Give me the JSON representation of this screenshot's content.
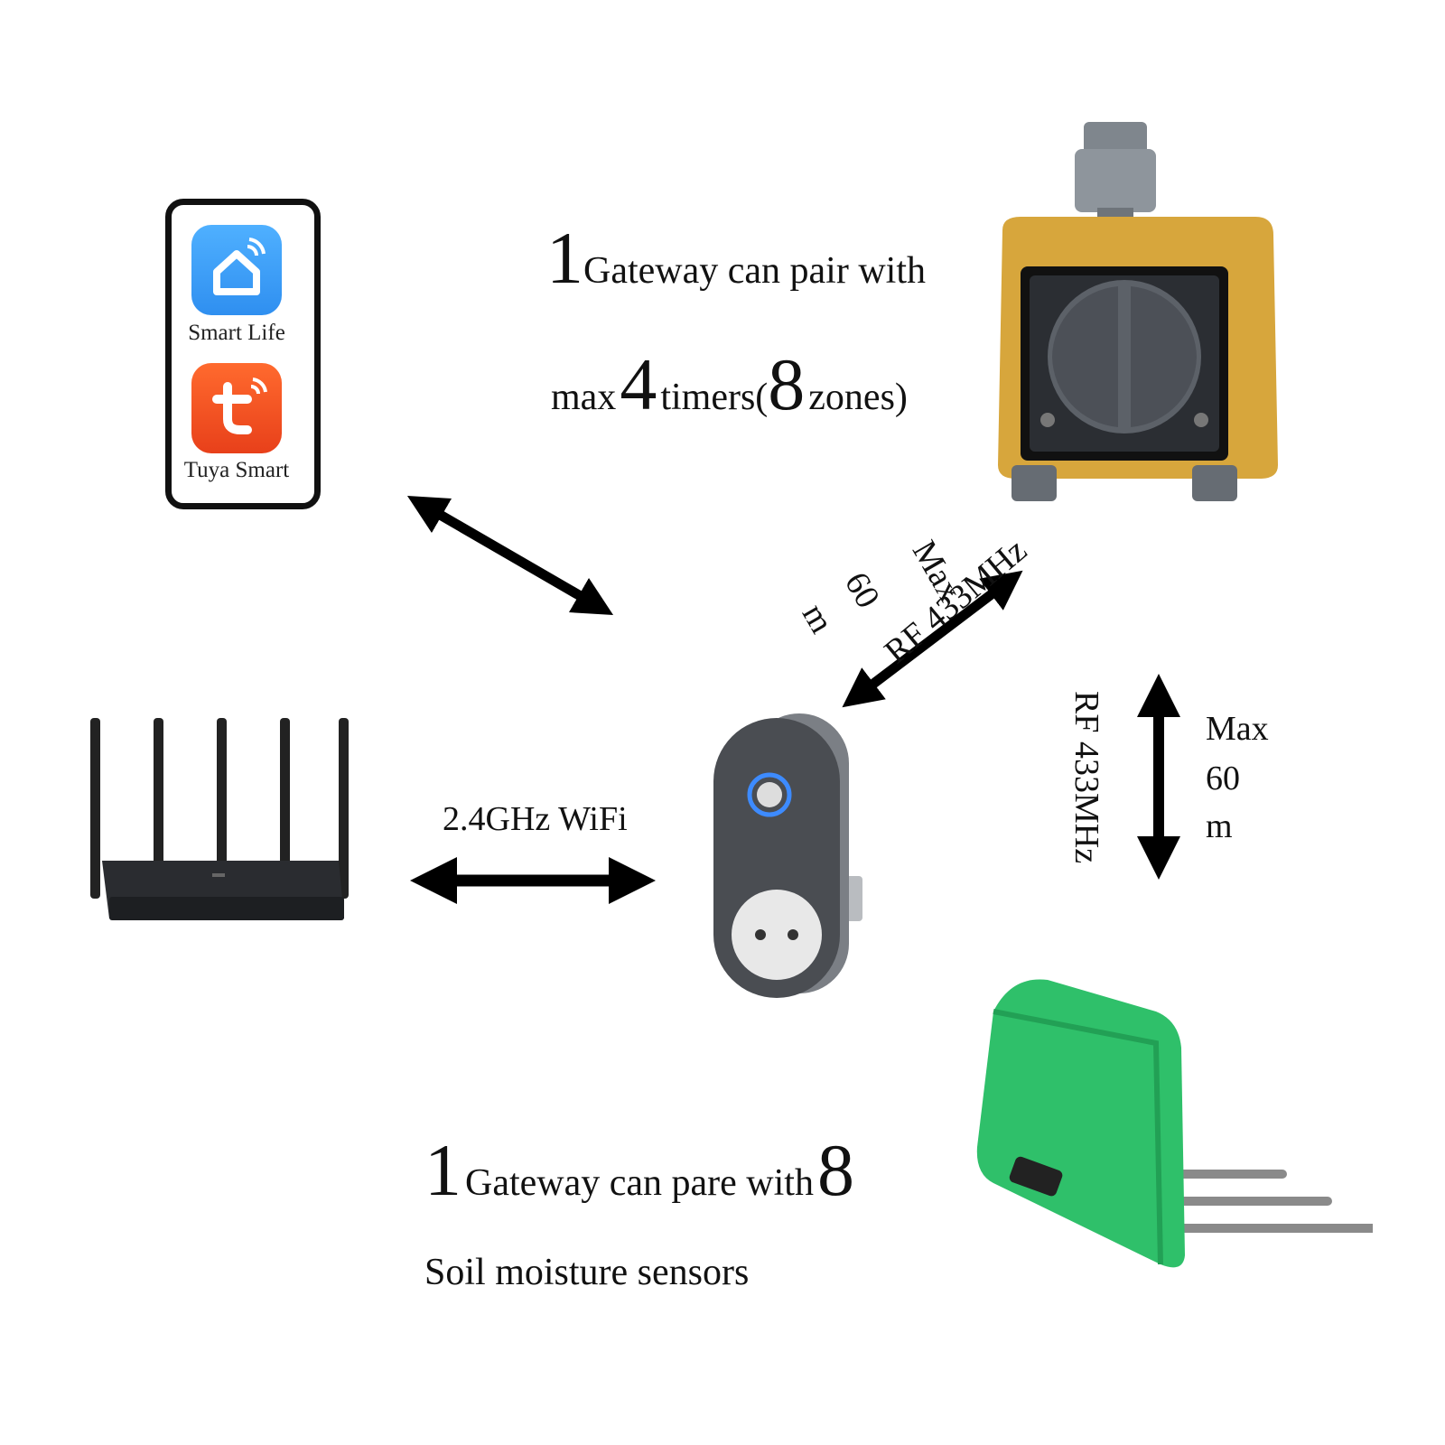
{
  "top_caption": {
    "line1_num": "1",
    "line1_text": "Gateway can pair with",
    "line2_pre": "max",
    "line2_num1": "4",
    "line2_mid": "timers(",
    "line2_num2": "8",
    "line2_post": "zones)"
  },
  "bottom_caption": {
    "num1": "1",
    "text": "Gateway can pare with",
    "num2": "8",
    "line2": "Soil moisture sensors"
  },
  "links": {
    "wifi": "2.4GHz WiFi",
    "rf_diag": "RF 433MHz",
    "range_diag_max": "Max",
    "range_diag_60": "60",
    "range_diag_m": "m",
    "rf_vert": "RF 433MHz",
    "range_vert_max": "Max",
    "range_vert_60": "60",
    "range_vert_m": "m"
  },
  "phone": {
    "app1_label": "Smart Life",
    "app2_label": "Tuya Smart"
  },
  "colors": {
    "smart_life_blue": "#2f8ff0",
    "tuya_orange": "#f04a1a",
    "valve_yellow": "#d7a63c",
    "sensor_green": "#2fc06a",
    "gateway_gray": "#4a4d52"
  }
}
